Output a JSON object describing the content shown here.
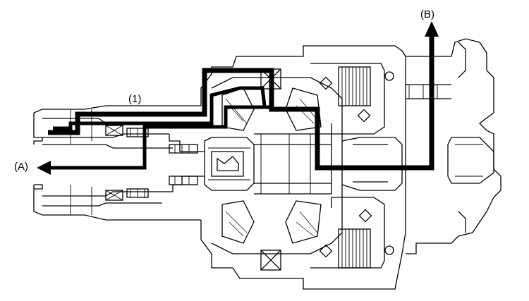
{
  "labels": {
    "a": "(A)",
    "b": "(B)",
    "one": "(1)"
  },
  "colors": {
    "line": "#000000",
    "background": "#ffffff"
  }
}
